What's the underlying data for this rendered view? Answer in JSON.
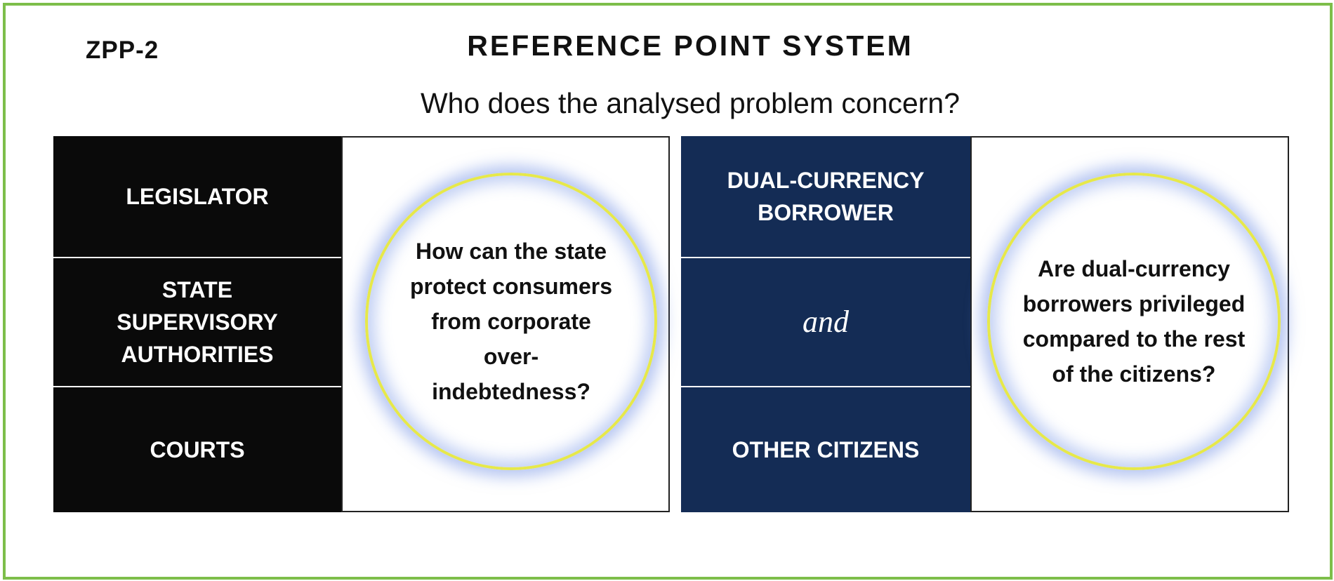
{
  "header": {
    "code": "ZPP-2",
    "title": "REFERENCE POINT SYSTEM",
    "subtitle": "Who does the analysed problem concern?"
  },
  "left_group": {
    "actors": [
      "LEGISLATOR",
      "STATE SUPERVISORY AUTHORITIES",
      "COURTS"
    ],
    "question": "How can the state protect consumers from corporate over-indebtedness?"
  },
  "right_group": {
    "actors": [
      "DUAL-CURRENCY BORROWER",
      "and",
      "OTHER CITIZENS"
    ],
    "question": "Are dual-currency borrowers privileged compared to the rest of the citizens?"
  },
  "colors": {
    "frame": "#7dbe4a",
    "left_boxes": "#0a0a0a",
    "right_boxes": "#142c55",
    "ring": "#e6e84a",
    "glow": "#7896e6"
  }
}
